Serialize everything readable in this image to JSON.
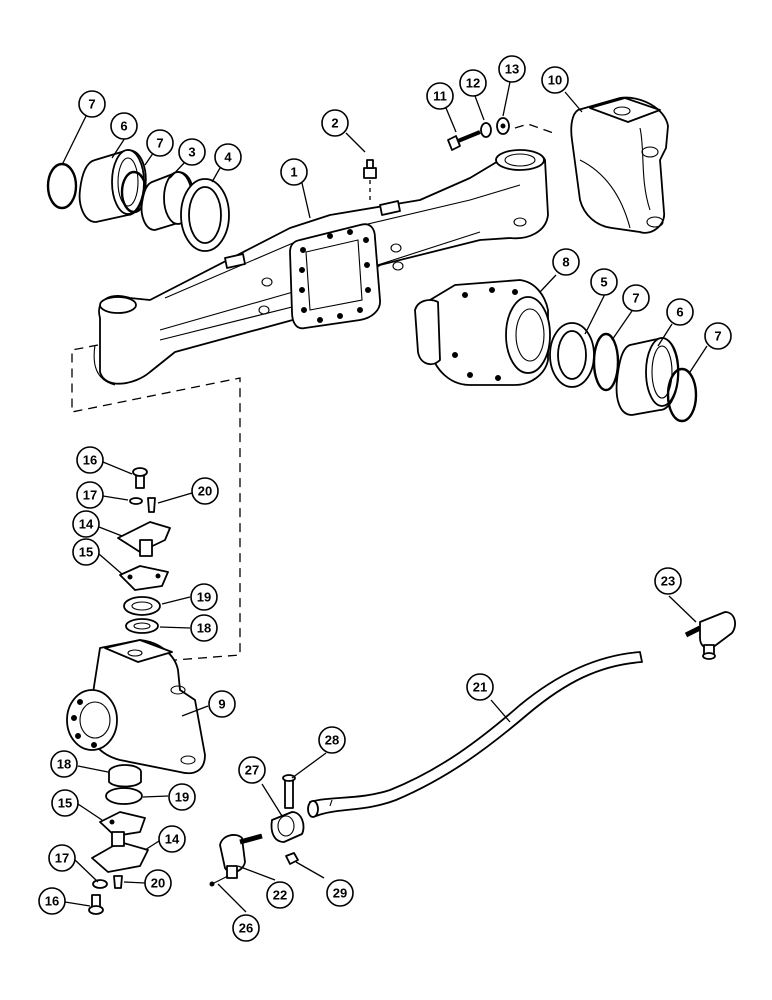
{
  "callouts": [
    {
      "id": "c1",
      "label": "1"
    },
    {
      "id": "c2",
      "label": "2"
    },
    {
      "id": "c3",
      "label": "3"
    },
    {
      "id": "c4",
      "label": "4"
    },
    {
      "id": "c5",
      "label": "5"
    },
    {
      "id": "c6a",
      "label": "6"
    },
    {
      "id": "c6b",
      "label": "6"
    },
    {
      "id": "c7a",
      "label": "7"
    },
    {
      "id": "c7b",
      "label": "7"
    },
    {
      "id": "c7c",
      "label": "7"
    },
    {
      "id": "c7d",
      "label": "7"
    },
    {
      "id": "c8",
      "label": "8"
    },
    {
      "id": "c9",
      "label": "9"
    },
    {
      "id": "c10",
      "label": "10"
    },
    {
      "id": "c11",
      "label": "11"
    },
    {
      "id": "c12",
      "label": "12"
    },
    {
      "id": "c13",
      "label": "13"
    },
    {
      "id": "c14a",
      "label": "14"
    },
    {
      "id": "c14b",
      "label": "14"
    },
    {
      "id": "c15a",
      "label": "15"
    },
    {
      "id": "c15b",
      "label": "15"
    },
    {
      "id": "c16a",
      "label": "16"
    },
    {
      "id": "c16b",
      "label": "16"
    },
    {
      "id": "c17a",
      "label": "17"
    },
    {
      "id": "c17b",
      "label": "17"
    },
    {
      "id": "c18a",
      "label": "18"
    },
    {
      "id": "c18b",
      "label": "18"
    },
    {
      "id": "c19a",
      "label": "19"
    },
    {
      "id": "c19b",
      "label": "19"
    },
    {
      "id": "c20a",
      "label": "20"
    },
    {
      "id": "c20b",
      "label": "20"
    },
    {
      "id": "c21",
      "label": "21"
    },
    {
      "id": "c22",
      "label": "22"
    },
    {
      "id": "c23",
      "label": "23"
    },
    {
      "id": "c26",
      "label": "26"
    },
    {
      "id": "c27",
      "label": "27"
    },
    {
      "id": "c28",
      "label": "28"
    },
    {
      "id": "c29",
      "label": "29"
    }
  ]
}
